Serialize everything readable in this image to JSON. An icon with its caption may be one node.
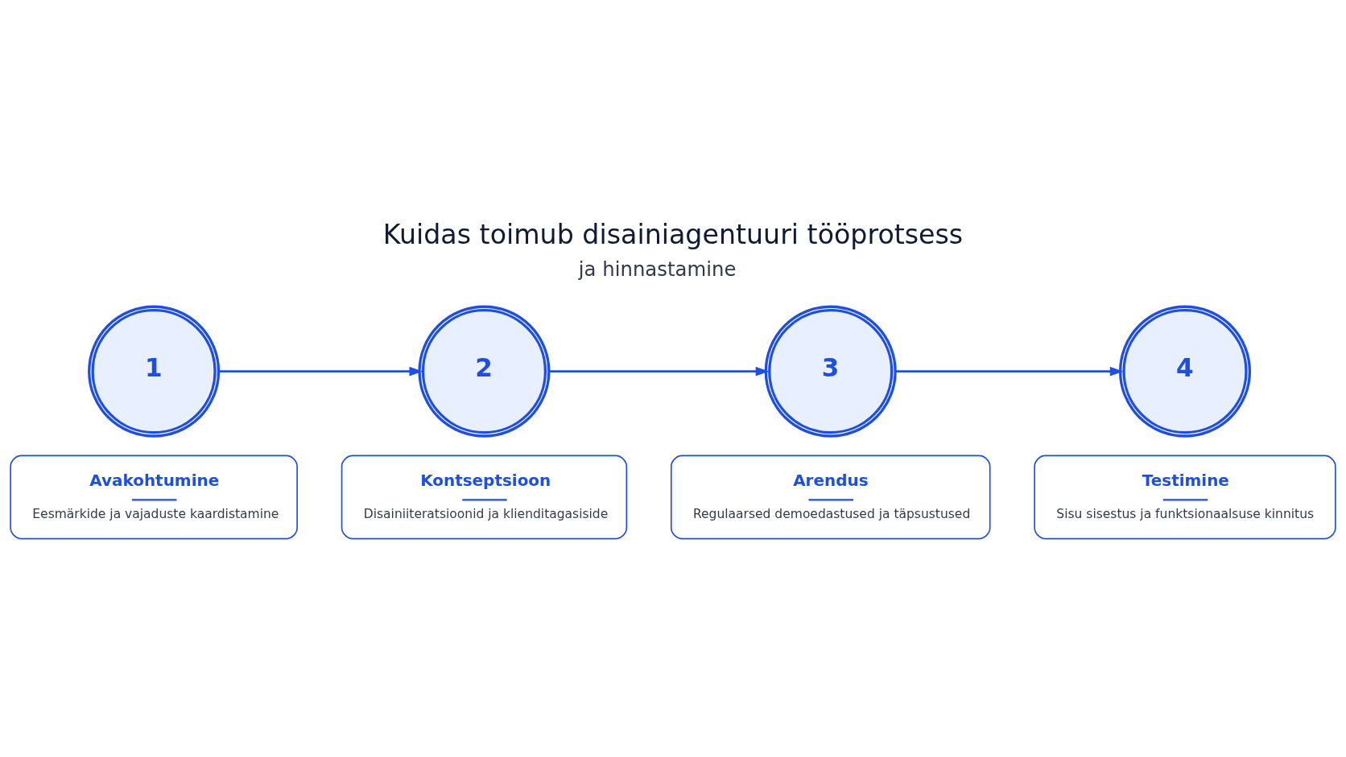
{
  "diagram": {
    "title": "Kuidas toimub disainiagentuuri tööprotsess",
    "nodes": [
      {
        "text": [
          "1"
        ]
      },
      {
        "text": [
          "2"
        ]
      },
      {
        "text": [
          "3"
        ]
      },
      {
        "text": [
          "4"
        ]
      },
      {
        "text": [
          "Avakohtumine",
          "Eesmärkide ja vajaduste kaardistamine"
        ]
      },
      {
        "text": [
          "Kontseptsioon",
          "Disainiiteratsioonid ja klienditagasiside"
        ]
      },
      {
        "text": [
          "Arendus",
          "Regulaarsed demoedastused ja täpsustused"
        ]
      },
      {
        "text": [
          "Testimine",
          "Sisu sisestus ja funktsionaalsuse kinnitus"
        ]
      }
    ],
    "edges": [
      {
        "from": 0,
        "to": 1,
        "arrow": "to"
      },
      {
        "from": 1,
        "to": 2,
        "arrow": "to"
      },
      {
        "from": 2,
        "to": 3,
        "arrow": "to"
      }
    ],
    "labels": [
      "ja hinnastamine"
    ]
  }
}
